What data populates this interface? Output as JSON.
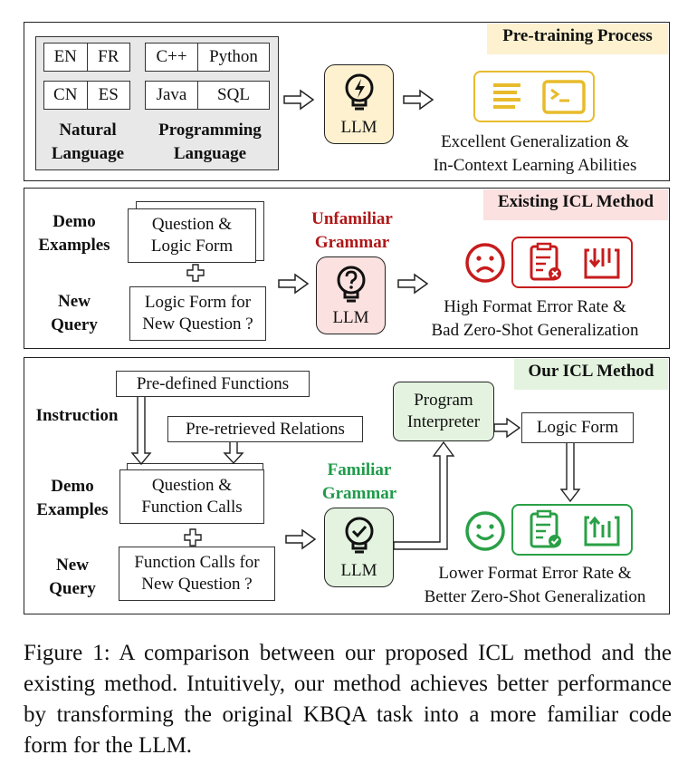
{
  "colors": {
    "pretrain_tag_bg": "#fdf1cf",
    "existing_tag_bg": "#fbe1df",
    "our_tag_bg": "#e3f3df",
    "unfamiliar_red": "#b01717",
    "familiar_green": "#1f9a4a",
    "llm_yellow": "#fdf1cf",
    "llm_red": "#fbe1df",
    "llm_green": "#e3f3df",
    "gold": "#e8bb2c",
    "red_icon": "#c71c1c",
    "green_icon": "#2aa046",
    "lang_group_bg": "#e8e8e8"
  },
  "panel1": {
    "tag": "Pre-training Process",
    "langs": [
      "EN",
      "FR",
      "CN",
      "ES"
    ],
    "progs": [
      "C++",
      "Python",
      "Java",
      "SQL"
    ],
    "natural_label": "Natural\nLanguage",
    "programming_label": "Programming\nLanguage",
    "llm": "LLM",
    "llm_icon": "lightning-bulb-icon",
    "outcome": "Excellent Generalization &\nIn-Context Learning Abilities"
  },
  "panel2": {
    "tag": "Existing ICL Method",
    "demo_label": "Demo\nExamples",
    "demo_box": "Question &\nLogic Form",
    "query_label": "New\nQuery",
    "query_box": "Logic Form for\nNew Question ?",
    "grammar_label": "Unfamiliar\nGrammar",
    "llm": "LLM",
    "llm_icon": "question-bulb-icon",
    "outcome": "High Format Error Rate &\nBad Zero-Shot Generalization"
  },
  "panel3": {
    "tag": "Our ICL Method",
    "instruction_label": "Instruction",
    "functions_box": "Pre-defined  Functions",
    "relations_box": "Pre-retrieved Relations",
    "demo_label": "Demo\nExamples",
    "demo_box": "Question &\nFunction Calls",
    "query_label": "New\nQuery",
    "query_box": "Function Calls for\nNew Question ?",
    "grammar_label": "Familiar\nGrammar",
    "llm": "LLM",
    "llm_icon": "check-bulb-icon",
    "interpreter": "Program\nInterpreter",
    "logic_form": "Logic Form",
    "outcome": "Lower Format Error Rate &\nBetter Zero-Shot Generalization"
  },
  "caption": "Figure 1: A comparison between our proposed ICL method and the existing method. Intuitively, our method achieves better performance by transforming the original KBQA task into a more familiar code form for the LLM."
}
